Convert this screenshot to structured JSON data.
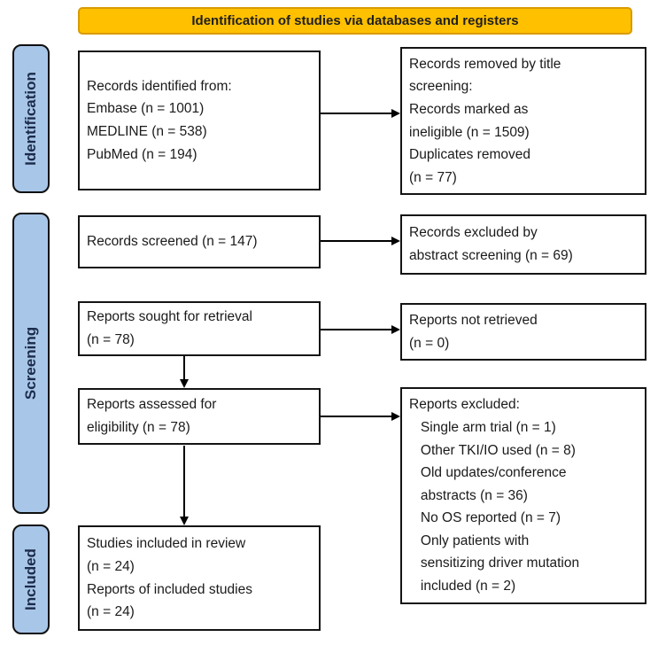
{
  "header": {
    "title": "Identification of studies via databases and registers"
  },
  "sidebar": {
    "identification": "Identification",
    "screening": "Screening",
    "included": "Included"
  },
  "boxes": {
    "records_identified": "Records identified from:\nEmbase (n = 1001)\nMEDLINE (n = 538)\nPubMed (n = 194)",
    "records_removed_title_screening": "Records removed by title\nscreening:\nRecords marked as\nineligible (n = 1509)\nDuplicates removed\n(n = 77)",
    "records_screened": "Records screened (n = 147)",
    "records_excluded_abstract": "Records excluded by\nabstract screening (n = 69)",
    "reports_sought": "Reports sought for retrieval\n(n = 78)",
    "reports_not_retrieved": "Reports not retrieved\n(n = 0)",
    "reports_assessed": "Reports assessed for\neligibility (n = 78)",
    "reports_excluded": "Reports excluded:\n   Single arm trial (n = 1)\n   Other TKI/IO used (n = 8)\n   Old updates/conference\n   abstracts (n = 36)\n   No OS reported (n = 7)\n   Only patients with\n   sensitizing driver mutation\n   included (n = 2)",
    "studies_included": "Studies included in review\n(n = 24)\nReports of included studies\n(n = 24)"
  },
  "colors": {
    "header_fill": "#FFC000",
    "header_border": "#D99B00",
    "stage_fill": "#A8C6E8",
    "stage_border": "#0F0F0F",
    "box_border": "#141414",
    "arrow": "#000000"
  }
}
